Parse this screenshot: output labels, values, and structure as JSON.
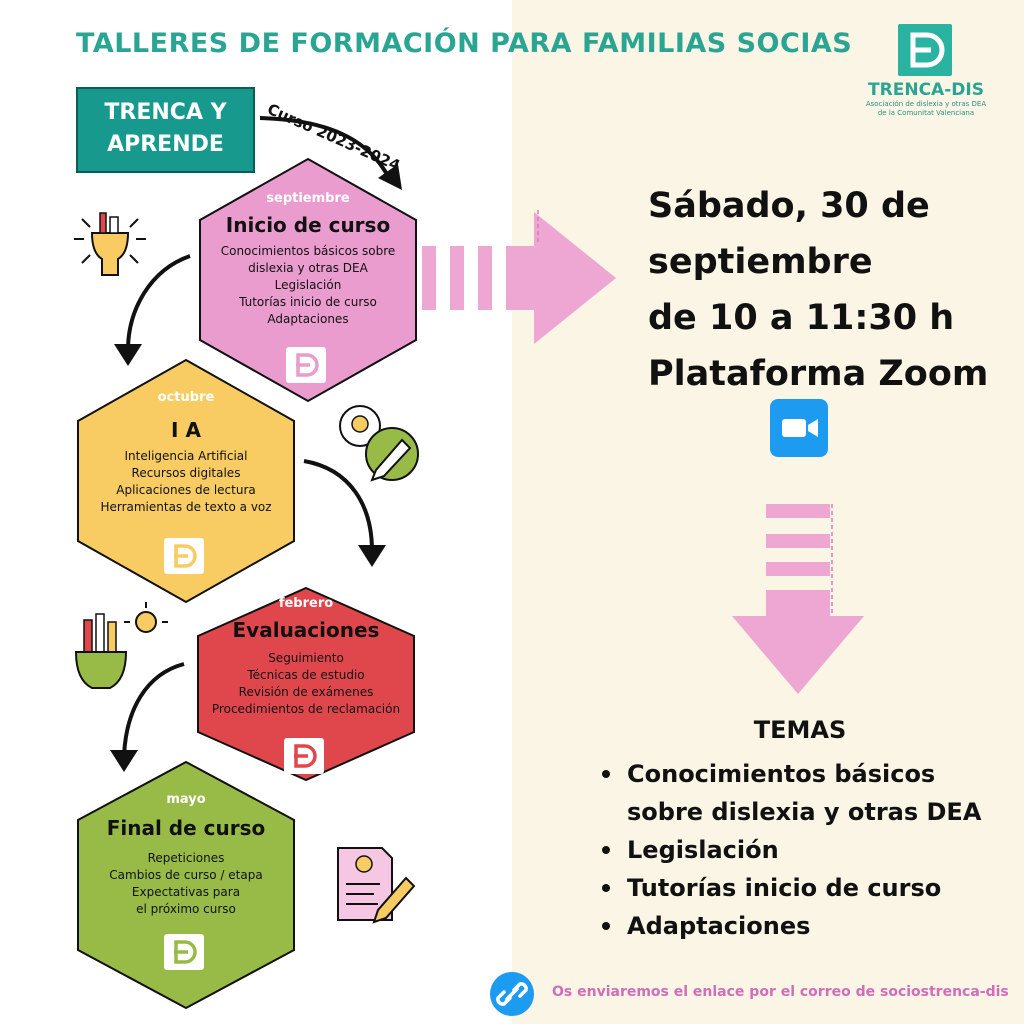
{
  "header": {
    "title": "TALLERES DE FORMACIÓN PARA FAMILIAS SOCIAS",
    "badge_line1": "TRENCA Y",
    "badge_line2": "APRENDE",
    "course_label": "Curso 2023-2024"
  },
  "logo": {
    "name": "TRENCA-DIS",
    "subtitle_line1": "Asociación de dislexia y otras DEA",
    "subtitle_line2": "de la Comunitat Valenciana",
    "color": "#2bb3a1"
  },
  "stages": [
    {
      "month": "septiembre",
      "title": "Inicio de curso",
      "items": [
        "Conocimientos básicos sobre",
        "dislexia y otras DEA",
        "Legislación",
        "Tutorías inicio de curso",
        "Adaptaciones"
      ],
      "color": "#ea9ccf"
    },
    {
      "month": "octubre",
      "title": "I A",
      "items": [
        "Inteligencia Artificial",
        "Recursos digitales",
        "Aplicaciones de lectura",
        "Herramientas de texto a voz"
      ],
      "color": "#f8cc62"
    },
    {
      "month": "febrero",
      "title": "Evaluaciones",
      "items": [
        "Seguimiento",
        "Técnicas de estudio",
        "Revisión de exámenes",
        "Procedimientos de reclamación"
      ],
      "color": "#e0474d"
    },
    {
      "month": "mayo",
      "title": "Final de curso",
      "items": [
        "Repeticiones",
        "Cambios de curso / etapa",
        "Expectativas para",
        "el próximo curso"
      ],
      "color": "#98bb48"
    }
  ],
  "event": {
    "line1": "Sábado, 30 de",
    "line2": "septiembre",
    "line3": "de 10 a 11:30 h",
    "line4": "Plataforma Zoom"
  },
  "topics": {
    "title": "TEMAS",
    "items": [
      {
        "line1": "Conocimientos básicos",
        "line2": "sobre dislexia y otras DEA"
      },
      {
        "line1": "Legislación"
      },
      {
        "line1": "Tutorías inicio de curso"
      },
      {
        "line1": "Adaptaciones"
      }
    ]
  },
  "footer": {
    "text": "Os enviaremos el enlace por el correo de sociostrenca-dis"
  },
  "colors": {
    "accent": "#2aa594",
    "arrow_pink": "#eea7d2",
    "zoom_blue": "#1d9bf0"
  }
}
